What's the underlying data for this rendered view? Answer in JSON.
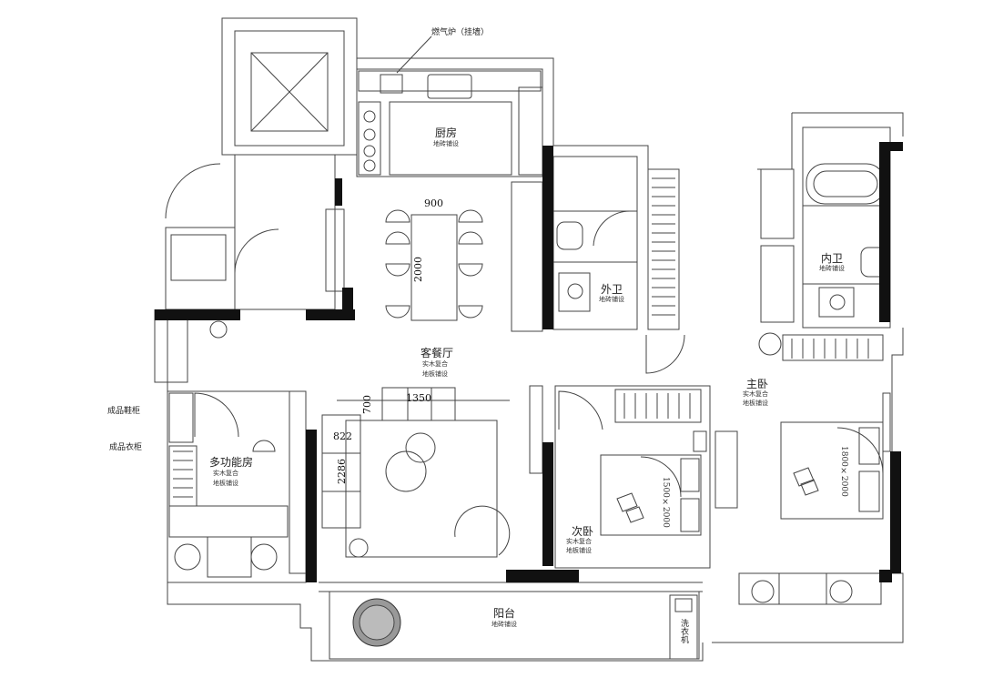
{
  "rooms": {
    "kitchen": {
      "name": "厨房",
      "floor": "地砖铺设"
    },
    "bath_out": {
      "name": "外卫",
      "floor": "地砖铺设"
    },
    "bath_in": {
      "name": "内卫",
      "floor": "地砖铺设"
    },
    "living": {
      "name": "客餐厅",
      "floor1": "实木复合",
      "floor2": "地板铺设"
    },
    "master": {
      "name": "主卧",
      "floor1": "实木复合",
      "floor2": "地板铺设"
    },
    "second": {
      "name": "次卧",
      "floor1": "实木复合",
      "floor2": "地板铺设"
    },
    "multi": {
      "name": "多功能房",
      "floor1": "实木复合",
      "floor2": "地板铺设"
    },
    "balcony": {
      "name": "阳台",
      "floor": "地砖铺设"
    }
  },
  "annotations": {
    "gas_stove": "燃气炉（挂墙）",
    "shoe_cabinet": "成品鞋柜",
    "wardrobe": "成品衣柜",
    "washer": "洗衣机"
  },
  "dimensions": {
    "table_width": "900",
    "table_length": "2000",
    "sofa_depth": "700",
    "sofa_length": "1350",
    "sofa_side_width": "822",
    "sofa_side_length": "2286",
    "bed_second": "1500×2000",
    "bed_master": "1800×2000"
  },
  "colors": {
    "wall": "#111111",
    "line": "#444444"
  }
}
